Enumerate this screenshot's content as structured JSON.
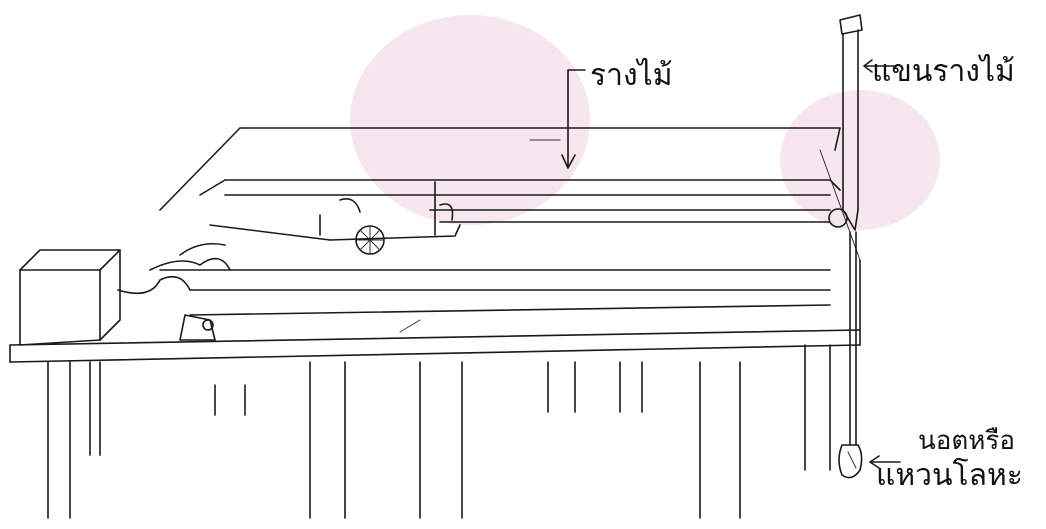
{
  "labels": {
    "wooden_rail": "รางไม้",
    "rail_arm": "แขนรางไม้",
    "nut_or": "นอตหรือ",
    "metal_washer": "แหวนโลหะ"
  }
}
